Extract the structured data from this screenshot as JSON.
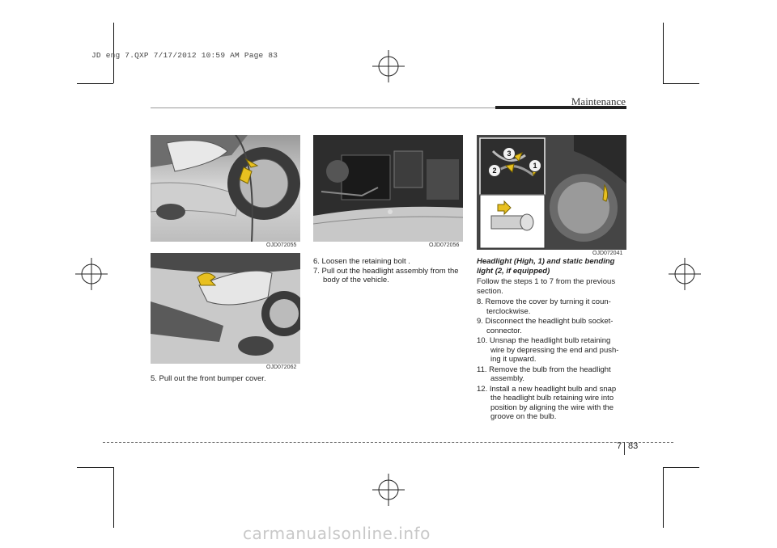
{
  "print_slug": "JD eng 7.QXP  7/17/2012  10:59 AM  Page 83",
  "section_title": "Maintenance",
  "figures": [
    {
      "code": "OJD072055"
    },
    {
      "code": "OJD072062"
    },
    {
      "code": "OJD072056"
    },
    {
      "code": "OJD072041"
    }
  ],
  "callouts": {
    "c1": "1",
    "c2": "2",
    "c3": "3"
  },
  "column1": {
    "step5": "5. Pull out the front bumper cover."
  },
  "column2": {
    "step6": "6. Loosen the retaining bolt .",
    "step7": "7. Pull out the headlight assembly from the body of the vehicle."
  },
  "column3": {
    "heading": "Headlight (High, 1) and static bending light (2, if equipped)",
    "intro": "Follow the steps 1 to 7 from the previous section.",
    "step8": "8. Remove the cover by turning it coun-terclockwise.",
    "step9": "9. Disconnect the headlight bulb socket-connector.",
    "step10": "10. Unsnap the headlight bulb retaining wire by depressing the end and push-ing it upward.",
    "step11": "11. Remove the bulb from the headlight assembly.",
    "step12": "12. Install a new headlight bulb and snap the headlight bulb retaining wire into position by aligning the wire with the groove on the bulb."
  },
  "page": {
    "chapter": "7",
    "number": "83"
  },
  "watermark": "carmanualsonline.info",
  "colors": {
    "accent_arrow": "#e8c020",
    "rule": "#222222"
  }
}
